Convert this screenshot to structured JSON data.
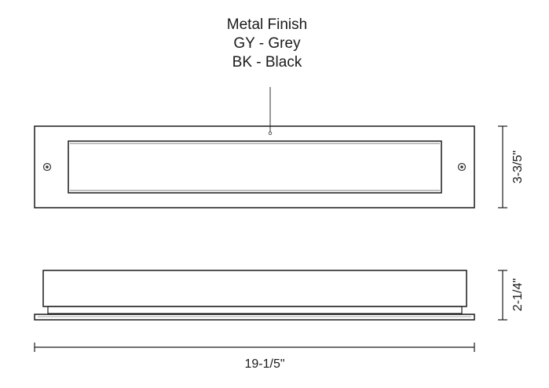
{
  "finish": {
    "title": "Metal Finish",
    "options": [
      "GY - Grey",
      "BK - Black"
    ]
  },
  "dimensions": {
    "front_height": "3-3/5\"",
    "side_height": "2-1/4\"",
    "width": "19-1/5\""
  },
  "colors": {
    "line": "#1a1a1a",
    "screw": "#333333"
  }
}
